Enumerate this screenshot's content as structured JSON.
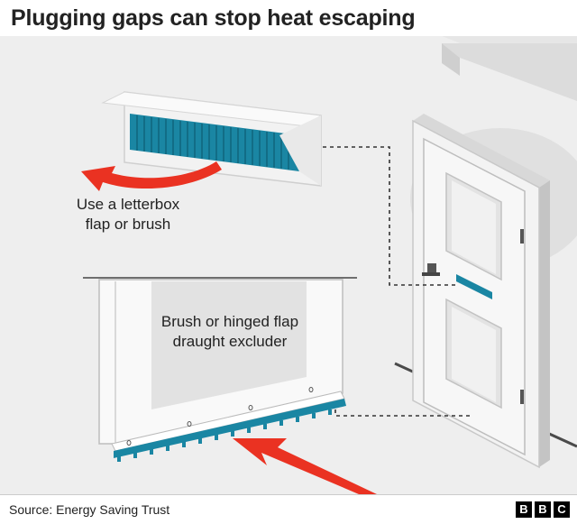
{
  "header": {
    "title": "Plugging gaps can stop heat escaping"
  },
  "labels": {
    "letterbox": [
      "Use a letterbox",
      "flap or brush"
    ],
    "excluder": [
      "Brush or hinged flap",
      "draught excluder"
    ]
  },
  "footer": {
    "source": "Source: Energy Saving Trust",
    "logo": [
      "B",
      "B",
      "C"
    ]
  },
  "colors": {
    "arrow": "#ea3222",
    "brush_teal": "#1a86a3",
    "background_grey": "#ebebeb",
    "door": "#f4f4f4",
    "door_edge": "#c9c9c9"
  },
  "icons": {
    "letterbox": "letterbox-illustration",
    "door": "door-illustration",
    "excluder": "draught-excluder-illustration",
    "arrows": "red-airflow-arrow"
  }
}
